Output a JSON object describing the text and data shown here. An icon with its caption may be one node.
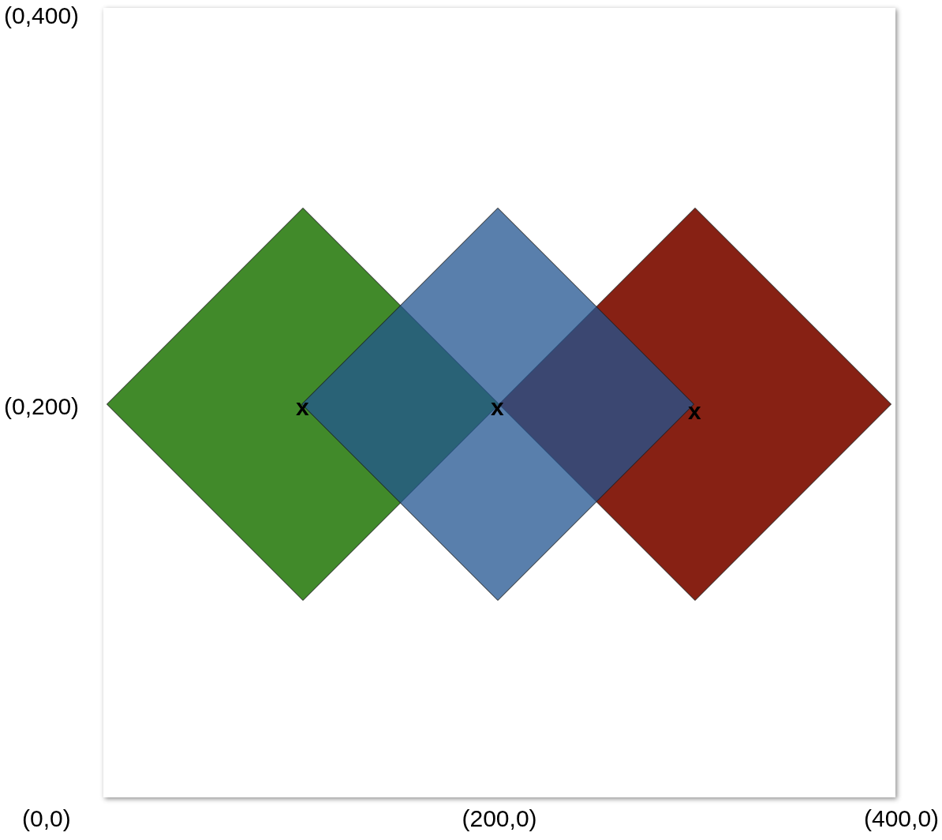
{
  "diagram": {
    "nodes": [
      {
        "text": [
          "x"
        ]
      },
      {
        "text": [
          "x"
        ]
      },
      {
        "text": [
          "x"
        ]
      }
    ],
    "labels": [
      "(0,400)",
      "(0,200)",
      "(0,0)",
      "(200,0)",
      "(400,0)"
    ]
  }
}
